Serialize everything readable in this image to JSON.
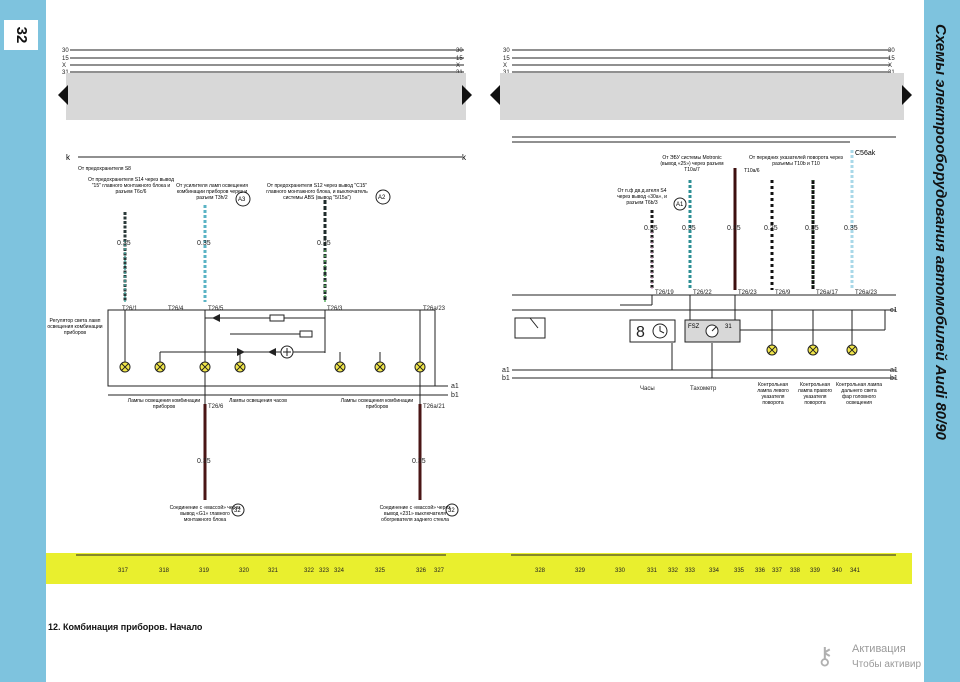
{
  "page": {
    "page_number": "32",
    "side_title": "Схемы электрооборудования автомобилей Audi 80/90",
    "caption": "12. Комбинация приборов. Начало"
  },
  "bus": {
    "lines": [
      "30",
      "15",
      "X",
      "31"
    ],
    "k_label": "k",
    "a1": "a1",
    "b1": "b1",
    "c1": "c1"
  },
  "left": {
    "fuse_s8": "От предохранителя S8",
    "fuse_s14": "От предохранителя S14 через вывод \"15\" главного монтажного блока и разъем T6c/6",
    "amp": "От усилителя ламп освещения комбинации приборов через и разъем T3h/2",
    "amp_ref": "A3",
    "fuse_s12": "От предохранителя S12 через вывод \"C15\" главного монтажного блока, и выключатель системы ABS (вывод \"5/15a\")",
    "fuse_s12_ref": "A2",
    "wire_size": "0.35",
    "t1": "T26/1",
    "t4": "T26/4",
    "t5": "T26/5",
    "t3": "T26/3",
    "t23": "T26a/23",
    "t6": "T26/6",
    "t21": "T26a/21",
    "regulator": "Регулятор света ламп освещения комбинации приборов",
    "lamps_panel": "Лампы освещения комбинации приборов",
    "lamps_clock": "Лампы освещения часов",
    "lamps_panel2": "Лампы освещения комбинации приборов",
    "ground1": "Соединение с «массой» через вывод «G1» главного монтажного блока",
    "ground1_ref": "32",
    "ground2": "Соединение с «массой» через вывод «231» выключателя обогревателя заднего стекла",
    "ground2_ref": "32"
  },
  "right": {
    "c56": "C56ak",
    "ecu": "От ЭБУ системы Motronic (вывод «25») через разъем T10a/7",
    "ecu_ref": "A1",
    "engine": "От п.ф дв.д.ателя S4 через вывод «30a», и разъем T6b/3",
    "turn": "От передних указателей поворота через разъемы T10b и T10",
    "t10a6": "T10a/6",
    "t19": "T26/19",
    "t22": "T26/22",
    "t23r": "T26/23",
    "t9": "T26/9",
    "t17": "T26a/17",
    "t13": "T26a/23",
    "wire_size": "0.35",
    "clock_digit": "8",
    "tacho": "FSZ",
    "tacho_num": "31",
    "clock_label": "Часы",
    "tacho_label": "Тахометр",
    "lamp_left": "Контрольная лампа левого указателя поворота",
    "lamp_right": "Контрольная лампа правого указателя поворота",
    "lamp_high": "Контрольная лампа дальнего света фар головного освещения"
  },
  "band_numbers": [
    "317",
    "318",
    "319",
    "320",
    "321",
    "322",
    "323",
    "324",
    "325",
    "326",
    "327",
    "328",
    "329",
    "330",
    "331",
    "332",
    "333",
    "334",
    "335",
    "336",
    "337",
    "338",
    "339",
    "340",
    "341"
  ],
  "watermark": {
    "line1": "Активация",
    "line2": "Чтобы активир"
  }
}
